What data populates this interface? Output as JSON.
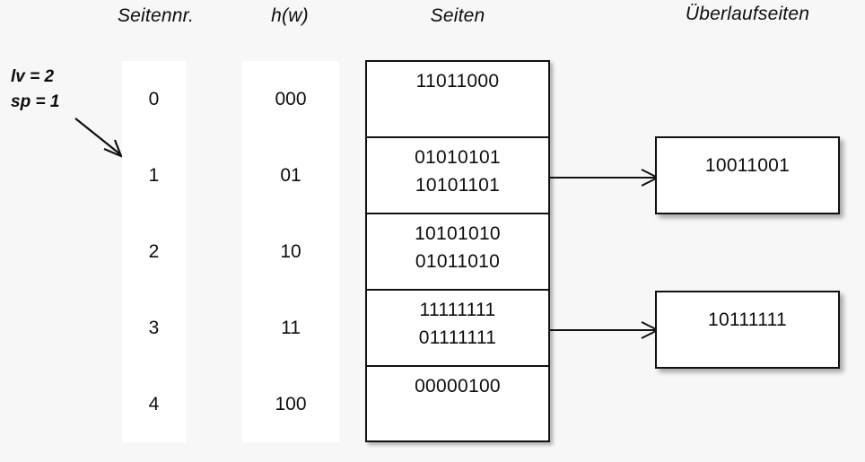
{
  "headers": {
    "seitennr": "Seitennr.",
    "hw": "h(w)",
    "seiten": "Seiten",
    "ueberlaufseiten": "Überlaufseiten"
  },
  "annotation": {
    "lv": "lv = 2",
    "sp": "sp = 1",
    "arrow_icon": "diagonal-arrow-icon"
  },
  "page_numbers": [
    "0",
    "1",
    "2",
    "3",
    "4"
  ],
  "hash_values": [
    "000",
    "01",
    "10",
    "11",
    "100"
  ],
  "pages": [
    {
      "lines": [
        "11011000"
      ]
    },
    {
      "lines": [
        "01010101",
        "10101101"
      ]
    },
    {
      "lines": [
        "10101010",
        "01011010"
      ]
    },
    {
      "lines": [
        "11111111",
        "01111111"
      ]
    },
    {
      "lines": [
        "00000100"
      ]
    }
  ],
  "overflow_pages": [
    {
      "lines": [
        "10011001"
      ],
      "from_page_index": 1
    },
    {
      "lines": [
        "10111111"
      ],
      "from_page_index": 3
    }
  ],
  "connectors": [
    {
      "icon": "arrow-right-icon"
    },
    {
      "icon": "arrow-right-icon"
    }
  ],
  "colors": {
    "background": "#f7f7f7",
    "panel": "#ffffff",
    "stroke": "#111111",
    "text": "#0d0d0d"
  }
}
